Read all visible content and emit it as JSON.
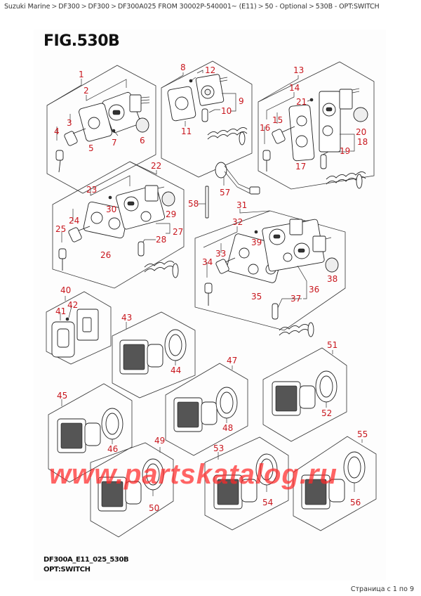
{
  "breadcrumb": {
    "items": [
      "Suzuki Marine",
      "DF300",
      "DF300",
      "DF300A025 FROM 30002P-540001~ (E11)",
      "50 - Optional",
      "530B - OPT:SWITCH"
    ],
    "separator": ">"
  },
  "figure": {
    "title": "FIG.530B",
    "code": "DF300A_E11_025_530B",
    "name": "OPT:SWITCH",
    "callout_color": "#c8161d"
  },
  "callouts": {
    "c1": "1",
    "c2": "2",
    "c3": "3",
    "c4": "4",
    "c5": "5",
    "c6": "6",
    "c7": "7",
    "c8": "8",
    "c9": "9",
    "c10": "10",
    "c11": "11",
    "c12": "12",
    "c13": "13",
    "c14": "14",
    "c15": "15",
    "c16": "16",
    "c17": "17",
    "c18": "18",
    "c19": "19",
    "c20": "20",
    "c21": "21",
    "c22": "22",
    "c23": "23",
    "c24": "24",
    "c25": "25",
    "c26": "26",
    "c27": "27",
    "c28": "28",
    "c29": "29",
    "c30": "30",
    "c31": "31",
    "c32": "32",
    "c33": "33",
    "c34": "34",
    "c35": "35",
    "c36": "36",
    "c37": "37",
    "c38": "38",
    "c39": "39",
    "c40": "40",
    "c41": "41",
    "c42": "42",
    "c43": "43",
    "c44": "44",
    "c45": "45",
    "c46": "46",
    "c47": "47",
    "c48": "48",
    "c49": "49",
    "c50": "50",
    "c51": "51",
    "c52": "52",
    "c53": "53",
    "c54": "54",
    "c55": "55",
    "c56": "56",
    "c57": "57",
    "c58": "58"
  },
  "watermark": "www.partskatalog.ru",
  "pager": "Страница с 1 по 9"
}
